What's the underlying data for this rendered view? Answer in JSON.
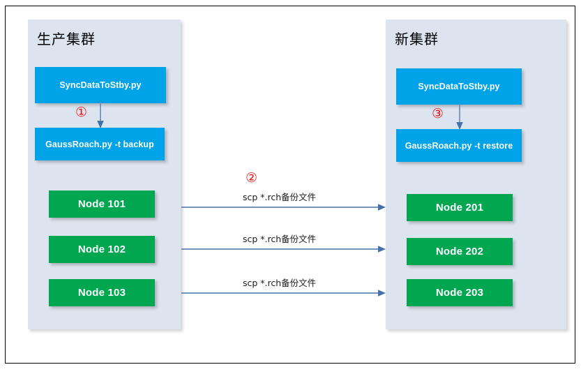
{
  "diagram": {
    "title": "GaussDB cluster backup and restore data flow",
    "colors": {
      "panel_bg": "#DCE4EF",
      "script_box": "#00A3E8",
      "node_box": "#00A650",
      "arrow": "#4472A8",
      "marker": "#EE1111",
      "frame": "#000000"
    },
    "source_cluster": {
      "title": "生产集群",
      "scripts": [
        {
          "name": "sync-script",
          "label": "SyncDataToStby.py"
        },
        {
          "name": "backup-script",
          "label": "GaussRoach.py -t backup"
        }
      ],
      "step_marker": "①",
      "nodes": [
        {
          "label": "Node 101"
        },
        {
          "label": "Node 102"
        },
        {
          "label": "Node 103"
        }
      ]
    },
    "target_cluster": {
      "title": "新集群",
      "scripts": [
        {
          "name": "sync-script",
          "label": "SyncDataToStby.py"
        },
        {
          "name": "restore-script",
          "label": "GaussRoach.py -t restore"
        }
      ],
      "step_marker": "③",
      "nodes": [
        {
          "label": "Node 201"
        },
        {
          "label": "Node 202"
        },
        {
          "label": "Node 203"
        }
      ]
    },
    "transfers": {
      "step_marker": "②",
      "links": [
        {
          "label": "scp *.rch备份文件"
        },
        {
          "label": "scp *.rch备份文件"
        },
        {
          "label": "scp *.rch备份文件"
        }
      ]
    }
  }
}
